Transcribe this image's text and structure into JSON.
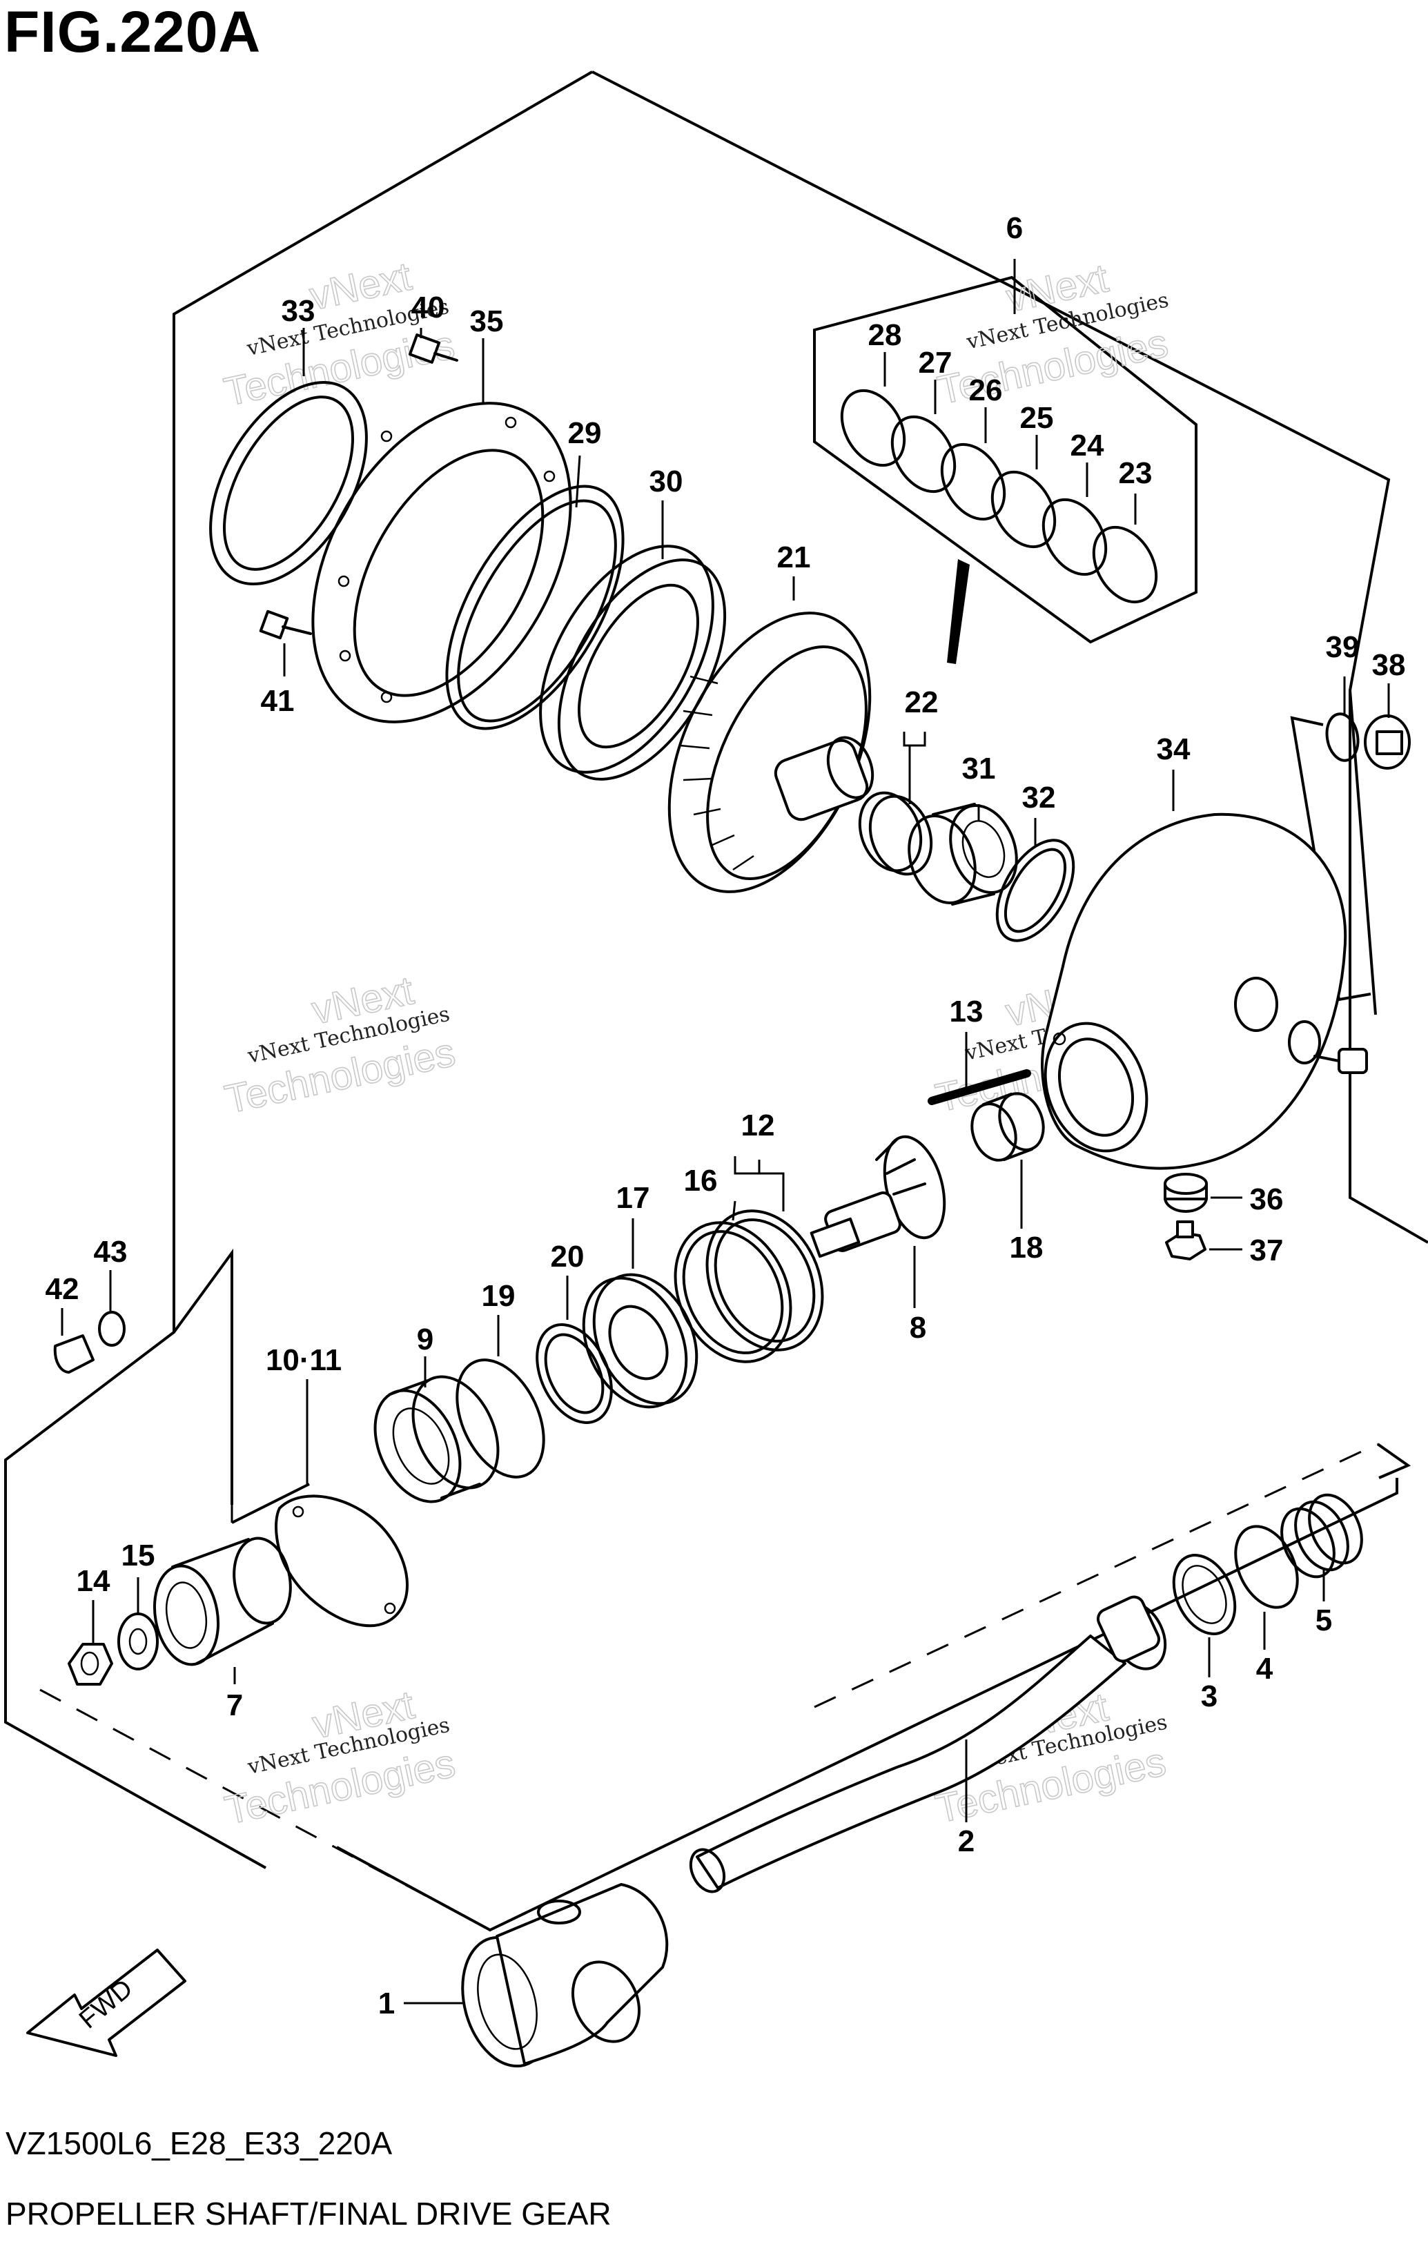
{
  "figure_title": "FIG.220A",
  "footer": {
    "model_code": "VZ1500L6_E28_E33_220A",
    "diagram_name": "PROPELLER SHAFT/FINAL DRIVE GEAR"
  },
  "watermark": {
    "line1": "vNext",
    "line2": "vNext Technologies",
    "line3": "Technologies"
  },
  "fwd_arrow": {
    "label": "FWD"
  },
  "callouts": {
    "c1": "1",
    "c2": "2",
    "c3": "3",
    "c4": "4",
    "c5": "5",
    "c6": "6",
    "c7": "7",
    "c8": "8",
    "c9": "9",
    "c10_11": "10·11",
    "c12": "12",
    "c13": "13",
    "c14": "14",
    "c15": "15",
    "c16": "16",
    "c17": "17",
    "c18": "18",
    "c19": "19",
    "c20": "20",
    "c21": "21",
    "c22": "22",
    "c23": "23",
    "c24": "24",
    "c25": "25",
    "c26": "26",
    "c27": "27",
    "c28": "28",
    "c29": "29",
    "c30": "30",
    "c31": "31",
    "c32": "32",
    "c33": "33",
    "c34": "34",
    "c35": "35",
    "c36": "36",
    "c37": "37",
    "c38": "38",
    "c39": "39",
    "c40": "40",
    "c41": "41",
    "c42": "42",
    "c43": "43"
  }
}
